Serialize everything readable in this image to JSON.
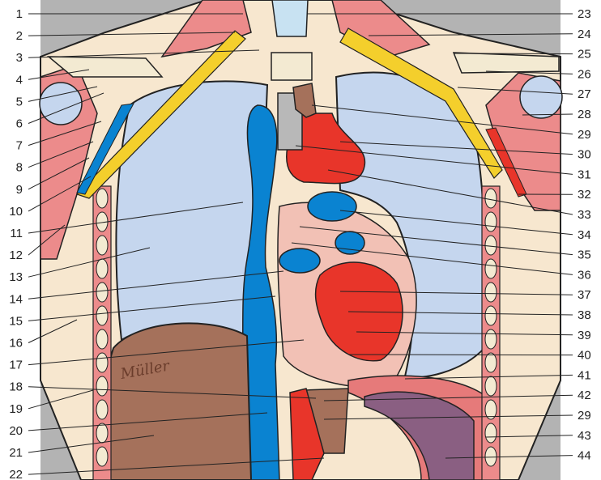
{
  "left_labels": [
    "1",
    "2",
    "3",
    "4",
    "5",
    "6",
    "7",
    "8",
    "9",
    "10",
    "11",
    "12",
    "13",
    "14",
    "15",
    "16",
    "17",
    "18",
    "19",
    "20",
    "21",
    "22"
  ],
  "right_labels": [
    "23",
    "24",
    "25",
    "26",
    "27",
    "28",
    "29",
    "30",
    "31",
    "32",
    "33",
    "34",
    "35",
    "36",
    "37",
    "38",
    "39",
    "40",
    "41",
    "42",
    "29",
    "43",
    "44"
  ],
  "signature": "Müller",
  "colors": {
    "background": "#b3b3b3",
    "tissue": "#f7e7cf",
    "muscle": "#ec8b8b",
    "lung": "#c5d6ee",
    "vein": "#0a83d1",
    "artery": "#e8352a",
    "nerve": "#f4cf2c",
    "liver": "#a5715b",
    "spleen": "#8a5f82",
    "bone": "#f3ead2",
    "trachea": "#c8e2f2",
    "pericardium": "#f2c1b5"
  }
}
